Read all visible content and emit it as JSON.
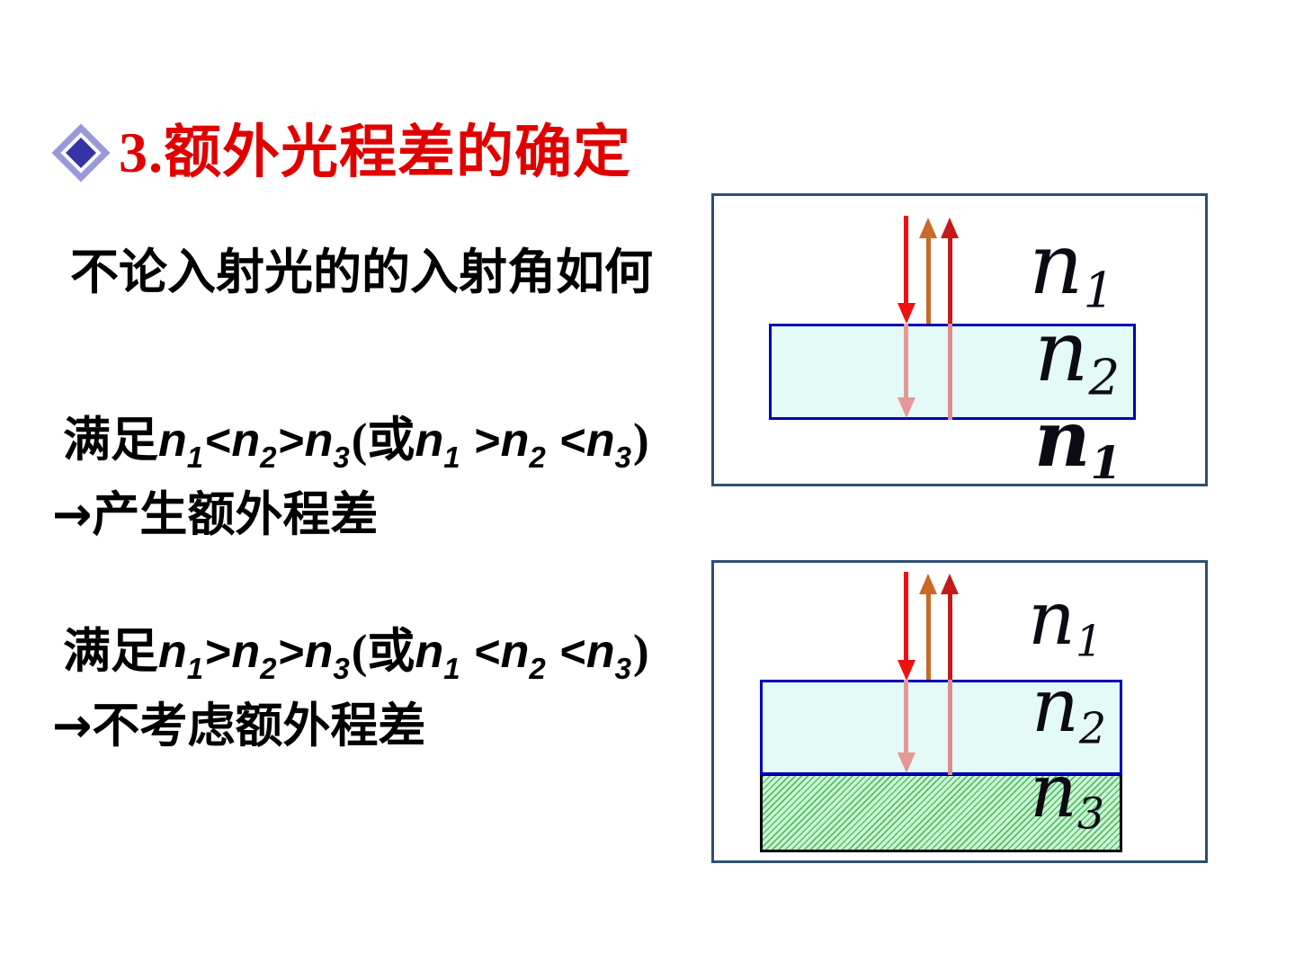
{
  "title": {
    "text": "3.额外光程差的确定"
  },
  "intro": {
    "text": "不论入射光的的入射角如何"
  },
  "case1": {
    "line1_segments": [
      {
        "text": "满足",
        "style": "cjk"
      },
      {
        "text": "n",
        "style": "var"
      },
      {
        "text": "1",
        "style": "sub"
      },
      {
        "text": "<",
        "style": "op"
      },
      {
        "text": "n",
        "style": "var"
      },
      {
        "text": "2",
        "style": "sub"
      },
      {
        "text": ">",
        "style": "op"
      },
      {
        "text": "n",
        "style": "var"
      },
      {
        "text": "3",
        "style": "sub"
      },
      {
        "text": "(或",
        "style": "cjk"
      },
      {
        "text": "n",
        "style": "var"
      },
      {
        "text": "1",
        "style": "sub"
      },
      {
        "text": " >",
        "style": "op"
      },
      {
        "text": "n",
        "style": "var"
      },
      {
        "text": "2",
        "style": "sub"
      },
      {
        "text": " <",
        "style": "op"
      },
      {
        "text": "n",
        "style": "var"
      },
      {
        "text": "3",
        "style": "sub"
      },
      {
        "text": ")",
        "style": "cjk"
      }
    ],
    "line2_segments": [
      {
        "text": "→",
        "style": "arrow"
      },
      {
        "text": "产生额外程差",
        "style": "cjk"
      }
    ]
  },
  "case2": {
    "line1_segments": [
      {
        "text": "满足",
        "style": "cjk"
      },
      {
        "text": "n",
        "style": "var"
      },
      {
        "text": "1",
        "style": "sub"
      },
      {
        "text": ">",
        "style": "op"
      },
      {
        "text": "n",
        "style": "var"
      },
      {
        "text": "2",
        "style": "sub"
      },
      {
        "text": ">",
        "style": "op"
      },
      {
        "text": "n",
        "style": "var"
      },
      {
        "text": "3",
        "style": "sub"
      },
      {
        "text": "(或",
        "style": "cjk"
      },
      {
        "text": "n",
        "style": "var"
      },
      {
        "text": "1",
        "style": "sub"
      },
      {
        "text": " <",
        "style": "op"
      },
      {
        "text": "n",
        "style": "var"
      },
      {
        "text": "2",
        "style": "sub"
      },
      {
        "text": " <",
        "style": "op"
      },
      {
        "text": "n",
        "style": "var"
      },
      {
        "text": "3",
        "style": "sub"
      },
      {
        "text": ")",
        "style": "cjk"
      }
    ],
    "line2_segments": [
      {
        "text": "→",
        "style": "arrow"
      },
      {
        "text": "不考虑额外程差",
        "style": "cjk"
      }
    ]
  },
  "diagrams": {
    "top": {
      "labels": {
        "above": {
          "base": "n",
          "sub": "1",
          "bold": false
        },
        "film": {
          "base": "n",
          "sub": "2",
          "bold": false
        },
        "below": {
          "base": "n",
          "sub": "1",
          "bold": true
        }
      }
    },
    "bottom": {
      "labels": {
        "above": {
          "base": "n",
          "sub": "1",
          "bold": false
        },
        "film": {
          "base": "n",
          "sub": "2",
          "bold": false
        },
        "below": {
          "base": "n",
          "sub": "3",
          "bold": false
        }
      }
    }
  },
  "colors": {
    "title_red": "#e10000",
    "box_border": "#2e4f72",
    "film_border": "#0000b4",
    "film_fill": "#e4faf7",
    "green_fill": "#c9f6d0",
    "green_hatch": "#5cba72",
    "arrow_red": "#ef1010",
    "arrow_dark_red": "#c41a1a",
    "arrow_orange": "#c86a28",
    "arrow_faded": "#e49898",
    "arrow_faded2": "#d98d8d",
    "bullet_dark": "#3434a6",
    "bullet_light": "#9a9ada"
  }
}
